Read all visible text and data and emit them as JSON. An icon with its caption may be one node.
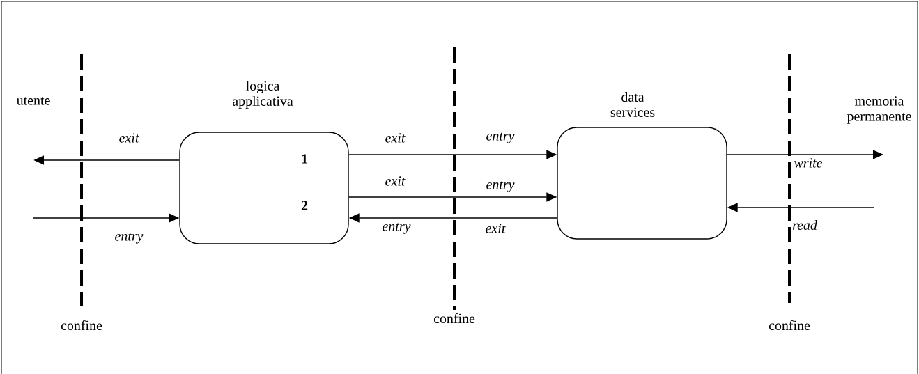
{
  "diagram": {
    "nodes": [
      {
        "text": [
          "logica applicativa",
          "1",
          "2"
        ]
      },
      {
        "text": [
          "data services"
        ]
      }
    ],
    "edges": [
      {
        "from": 0,
        "to": null,
        "arrow": "to",
        "label": "exit"
      },
      {
        "from": null,
        "to": 0,
        "arrow": "to",
        "label": "entry"
      },
      {
        "from": 0,
        "to": 1,
        "arrow": "to",
        "label": "exit"
      },
      {
        "from": 0,
        "to": 1,
        "arrow": "to",
        "label": "exit"
      },
      {
        "from": 1,
        "to": 0,
        "arrow": "to",
        "label": "exit"
      },
      {
        "from": 1,
        "to": null,
        "arrow": "to",
        "label": "write"
      },
      {
        "from": null,
        "to": 1,
        "arrow": "to",
        "label": "read"
      }
    ],
    "labels": [
      "utente",
      "memoria permanente",
      "entry",
      "entry",
      "entry",
      "confine",
      "confine",
      "confine"
    ]
  }
}
